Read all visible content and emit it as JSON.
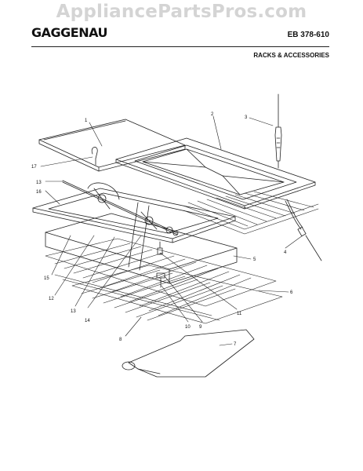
{
  "watermark": "AppliancePartsPros.com",
  "brand": "GAGGENAU",
  "model": "EB 378-610",
  "section": "RACKS & ACCESSORIES",
  "callouts": {
    "c1": "1",
    "c2": "2",
    "c3": "3",
    "c4": "4",
    "c5": "5",
    "c6": "6",
    "c7": "7",
    "c8": "8",
    "c9": "9",
    "c10": "10",
    "c11": "11",
    "c12": "12",
    "c13a": "13",
    "c13b": "13",
    "c14": "14",
    "c15": "15",
    "c16": "16",
    "c17": "17"
  }
}
